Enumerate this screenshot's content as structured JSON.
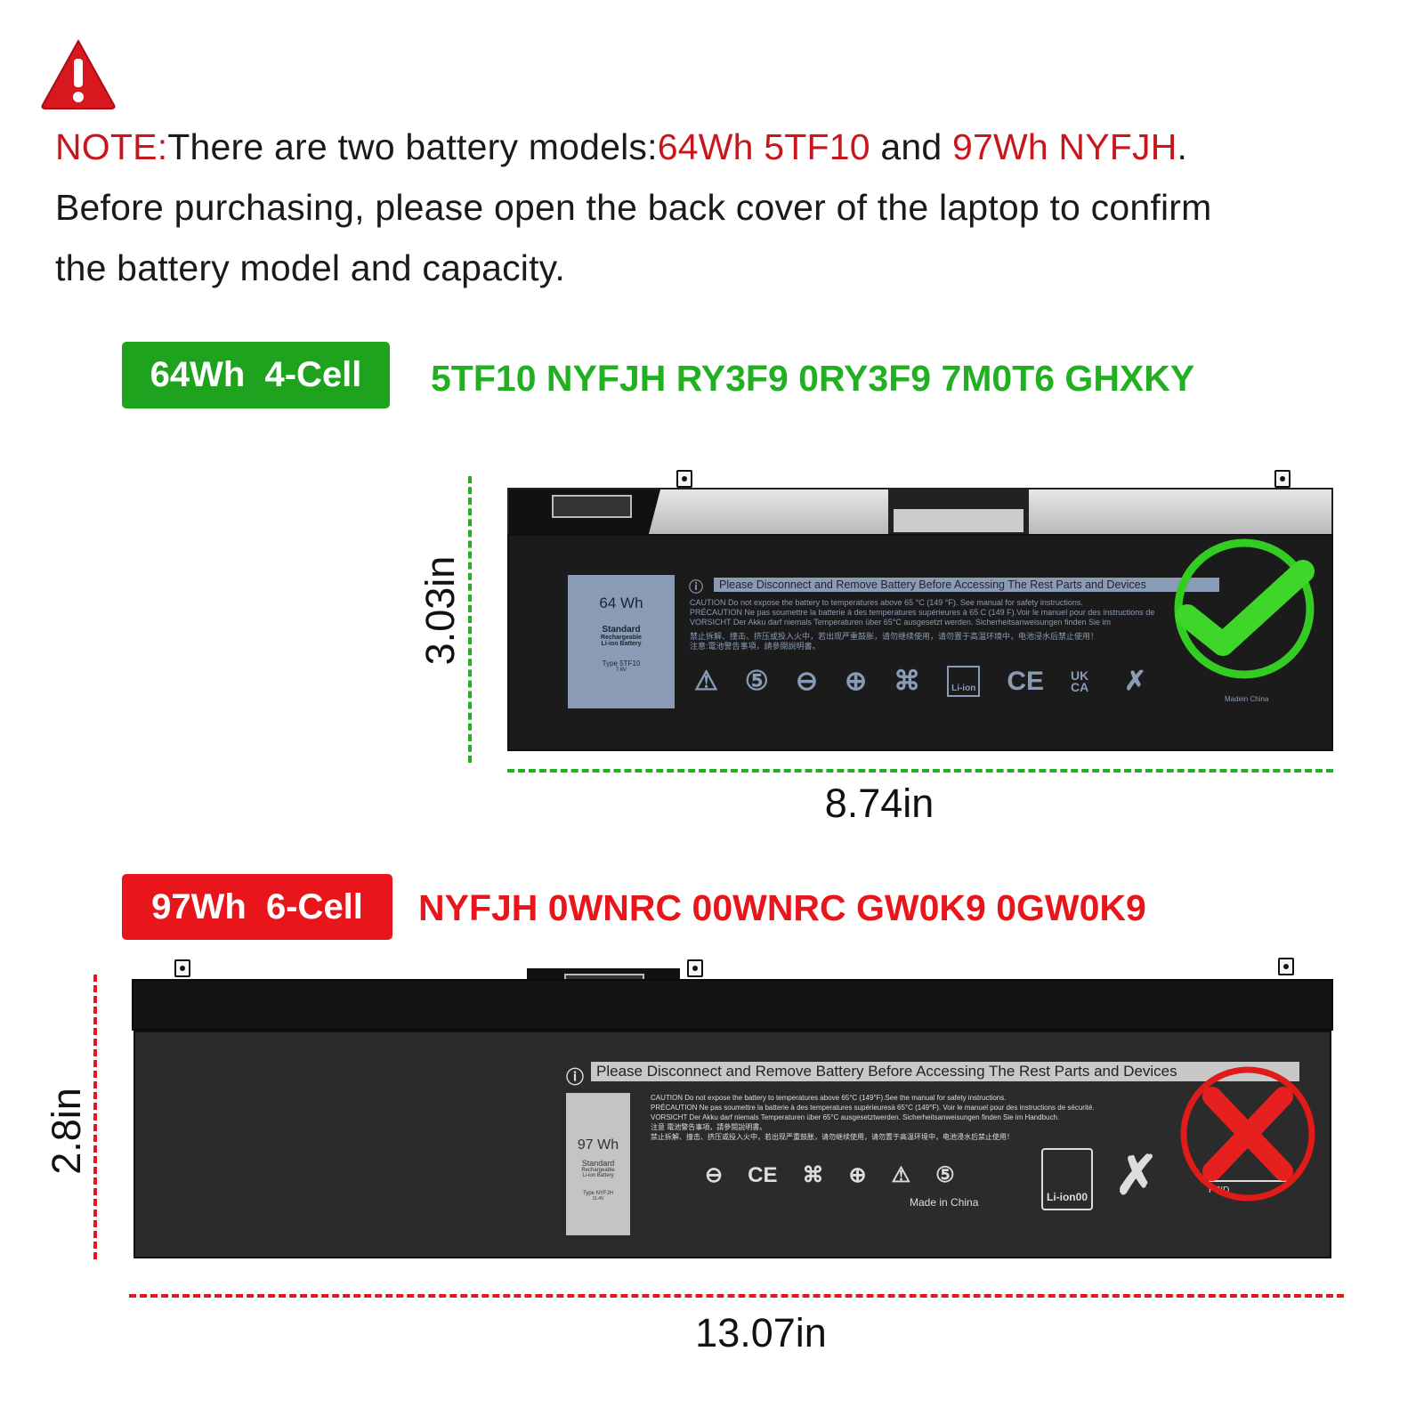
{
  "note": {
    "prefix": "NOTE:",
    "line1_text": "There are two battery models:",
    "model1": "64Wh 5TF10",
    "and": " and ",
    "model2": "97Wh NYFJH",
    "period": ".",
    "line2": "Before purchasing, please open the back cover of the laptop to confirm",
    "line3": "the battery model and capacity."
  },
  "battery_64": {
    "badge": "64Wh  4-Cell",
    "badge_color": "#1fa31f",
    "codes": "5TF10 NYFJH RY3F9 0RY3F9 7M0T6 GHXKY",
    "codes_color": "#22b022",
    "height": "3.03in",
    "width": "8.74in",
    "status_icon": "check-icon",
    "label": {
      "capacity": "64 Wh",
      "standard": "Standard",
      "desc1": "Rechargeable",
      "desc2": "Li-ion Battery",
      "type": "Type 5TF10",
      "voltage": "7.6V"
    },
    "warning": "Please Disconnect and Remove Battery Before Accessing The Rest Parts and Devices",
    "caution": "CAUTION Do not expose the battery to temperatures above 65 °C (149 °F). See manual for safety instructions.",
    "precaution": "PRÉCAUTION Ne pas soumettre la batterie à des temperatures supérieures à 65 C (149 F).Voir le manuel pour des instructions de",
    "vorsicht": "VORSICHT Der Akku darf niemals Temperaturen über 65°C ausgesetzt werden. Sicherheitsanweisungen finden Sie im",
    "chinese1": "禁止拆解、撞击、挤压或投入火中，若出现严重鼓胀，请勿继续使用，请勿置于高温环境中，电池浸水后禁止使用！",
    "chinese2": "注意:電池警告事項，請參閱說明書。",
    "liion": "Li-ion",
    "ukca": "UK CA",
    "made_in": "Madein China"
  },
  "battery_97": {
    "badge": "97Wh  6-Cell",
    "badge_color": "#e8161b",
    "codes": "NYFJH 0WNRC 00WNRC GW0K9 0GW0K9",
    "codes_color": "#e8161b",
    "height": "2.8in",
    "width": "13.07in",
    "status_icon": "cross-icon",
    "label": {
      "capacity": "97 Wh",
      "standard": "Standard",
      "desc1": "Rechargeable",
      "desc2": "Li-ion Battery",
      "type": "Type NYFJH",
      "voltage": "11.4V"
    },
    "warning": "Please Disconnect and Remove Battery Before Accessing The Rest Parts and Devices",
    "caution": "CAUTION Do not expose the battery to temperatures above 65°C (149°F).See the manual for safety instructions.",
    "precaution": "PRÉCAUTION Ne pas soumettre la batterie à des temperatures supérieuresà 65°C (149°F). Voir le manuel pour des instructions de sécurité.",
    "vorsicht": "VORSICHT Der Akku darf niemals Temperaturen über 65°C ausgesetztwerden. Sicherheitsanweisungen finden Sie im Handbuch.",
    "chinese1": "注意 電池警告事項，請參閱說明書。",
    "chinese2": "禁止拆解、撞击、挤压或投入火中，若出现严重鼓胀，请勿继续使用，请勿置于高温环境中，电池浸水后禁止使用！",
    "liion": "Li-ion00",
    "made_in": "Made in China",
    "ppid": "PPID"
  }
}
